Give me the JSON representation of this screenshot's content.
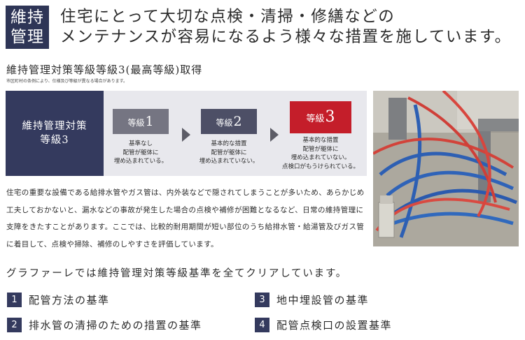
{
  "header": {
    "badge": "維持\n管理",
    "headline": "住宅にとって大切な点検・清掃・修繕などの\nメンテナンスが容易になるよう様々な措置を施しています。"
  },
  "section": {
    "subtitle": "維持管理対策等級等級3(最高等級)取得",
    "note": "市区町村の条例により、仕様及び等級が異なる場合があります。"
  },
  "panel": {
    "left_label": "維持管理対策\n等級3",
    "grades": [
      {
        "prefix": "等級",
        "number": "1",
        "desc": "基準なし\n配管が躯体に\n埋め込まれている。"
      },
      {
        "prefix": "等級",
        "number": "2",
        "desc": "基本的な措置\n配管が躯体に\n埋め込まれていない。"
      },
      {
        "prefix": "等級",
        "number": "3",
        "desc": "基本的な措置\n配管が躯体に\n埋め込まれていない。\n点検口がもうけられている。"
      }
    ]
  },
  "body_text": "住宅の重要な設備である給排水管やガス管は、内外装などで隠されてしまうことが多いため、あらかじめ工夫しておかないと、漏水などの事故が発生した場合の点検や補修が困難となるなど、日常の維持管理に支障をきたすことがあります。ここでは、比較的耐用期間が短い部位のうち給排水管・給湯管及びガス管に着目して、点検や掃除、補修のしやすさを評価しています。",
  "clear_text": "グラファーレでは維持管理対策等級基準を全てクリアしています。",
  "standards": [
    {
      "num": "1",
      "label": "配管方法の基準"
    },
    {
      "num": "2",
      "label": "排水管の清掃のための措置の基準"
    },
    {
      "num": "3",
      "label": "地中埋設管の基準"
    },
    {
      "num": "4",
      "label": "配管点検口の設置基準"
    }
  ],
  "colors": {
    "navy": "#343a5e",
    "red": "#c41e2a",
    "panel_bg": "#e8e8ed"
  }
}
